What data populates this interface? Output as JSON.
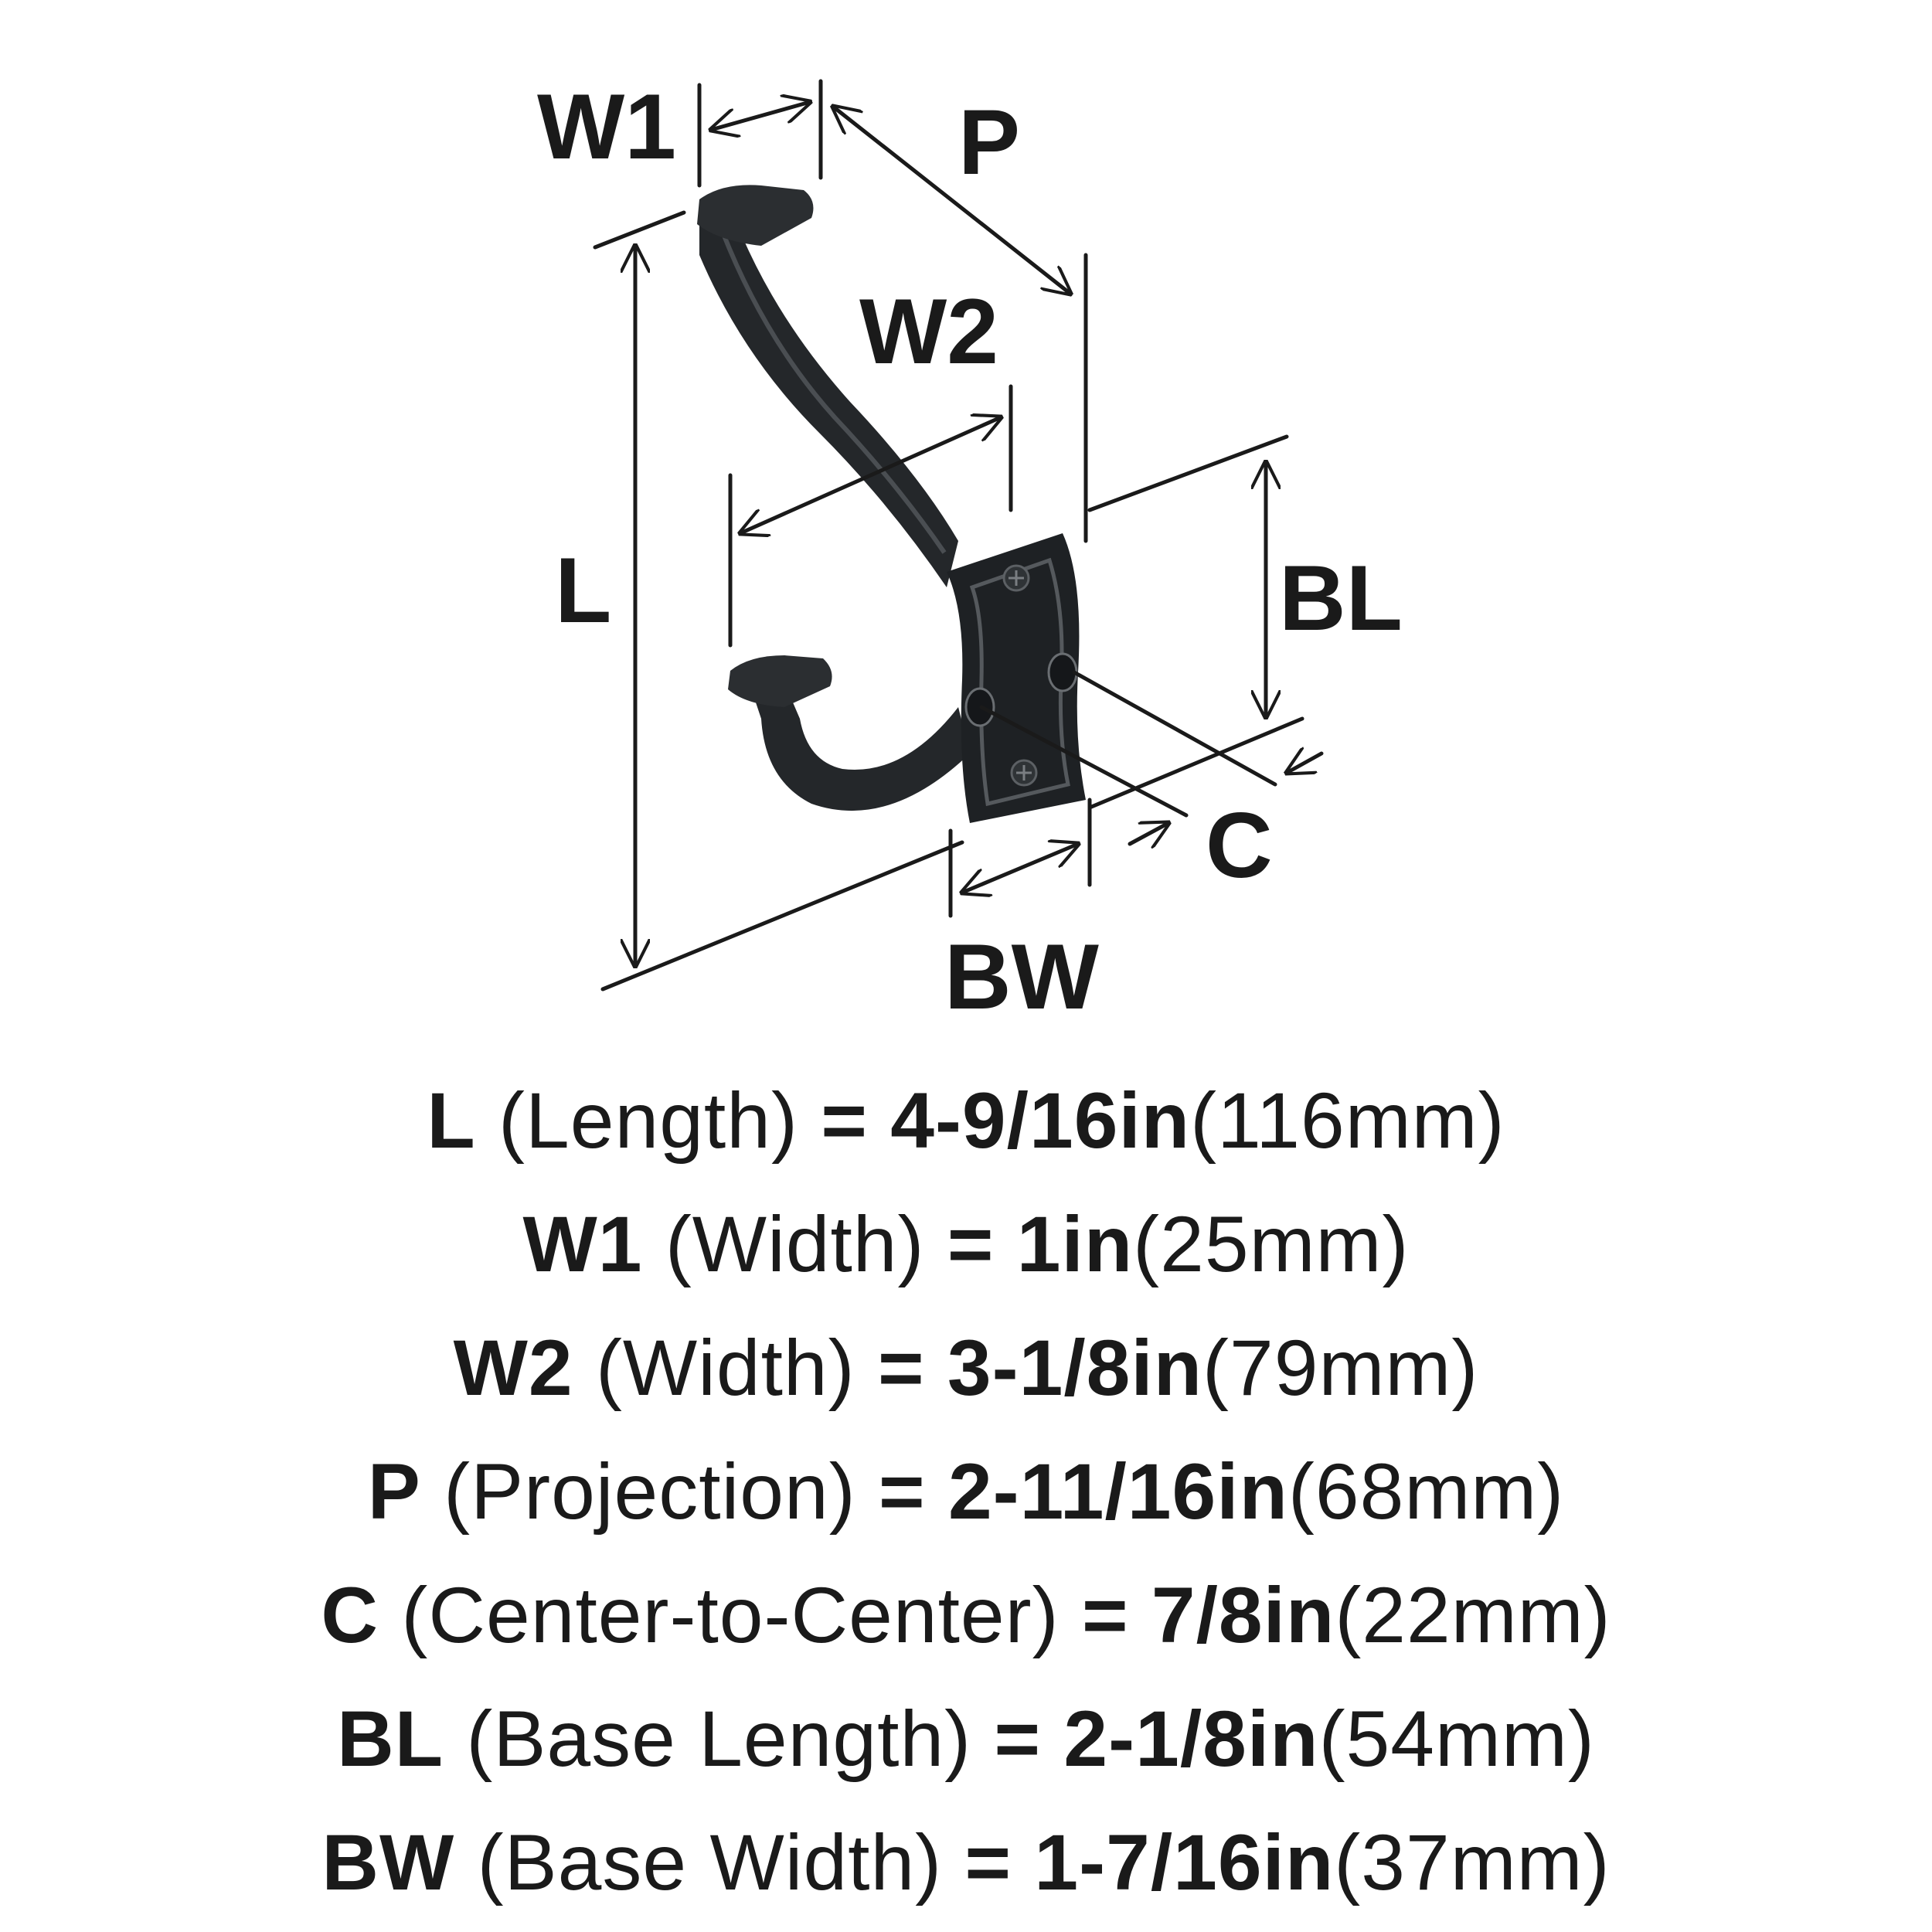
{
  "labels": {
    "w1": "W1",
    "p": "P",
    "w2": "W2",
    "l": "L",
    "bl": "BL",
    "c": "C",
    "bw": "BW"
  },
  "specs": [
    {
      "code": "L",
      "desc": "(Length)",
      "eq": "=",
      "imperial": "4-9/16in",
      "metric": "(116mm)"
    },
    {
      "code": "W1",
      "desc": "(Width)",
      "eq": "=",
      "imperial": "1in",
      "metric": "(25mm)"
    },
    {
      "code": "W2",
      "desc": "(Width)",
      "eq": "=",
      "imperial": "3-1/8in",
      "metric": "(79mm)"
    },
    {
      "code": "P",
      "desc": "(Projection)",
      "eq": "=",
      "imperial": "2-11/16in",
      "metric": "(68mm)"
    },
    {
      "code": "C",
      "desc": "(Center-to-Center)",
      "eq": "=",
      "imperial": "7/8in",
      "metric": "(22mm)"
    },
    {
      "code": "BL",
      "desc": "(Base Length)",
      "eq": "=",
      "imperial": "2-1/8in",
      "metric": "(54mm)"
    },
    {
      "code": "BW",
      "desc": "(Base Width)",
      "eq": "=",
      "imperial": "1-7/16in",
      "metric": "(37mm)"
    }
  ],
  "colors": {
    "ink": "#1a1a1a",
    "hook": "#24272a",
    "background": "#ffffff"
  }
}
